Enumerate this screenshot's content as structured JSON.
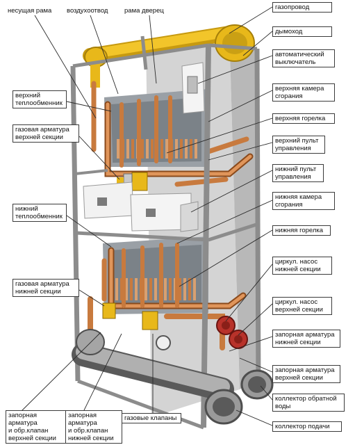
{
  "diagram": {
    "labels": {
      "load_frame": "несущая рама",
      "air_vent": "воздухоотвод",
      "door_frame": "рама дверец",
      "gas_pipe": "газопровод",
      "flue": "дымоход",
      "breaker": "автоматический\nвыключатель",
      "upper_hx": "верхний\nтеплообменник",
      "upper_chamber": "верхняя камера\nсгорания",
      "upper_gas_valve": "газовая арматура\nверхней секции",
      "upper_burner": "верхняя горелка",
      "upper_panel": "верхний пульт\nуправления",
      "lower_panel": "нижний пульт\nуправления",
      "lower_chamber": "нижняя камера\nсгорания",
      "lower_hx": "нижний\nтеплообменник",
      "lower_burner": "нижняя горелка",
      "lower_pump": "циркул. насос\nнижней секции",
      "lower_gas_valve": "газовая арматура\nнижней секции",
      "upper_pump": "циркул. насос\nверхней секции",
      "lower_shutoff": "запорная арматура\nнижней секции",
      "upper_shutoff": "запорная арматура\nверхней секции",
      "return_manifold": "коллектор обратной\nводы",
      "supply_manifold": "коллектор подачи",
      "shutoff_check_upper": "запорная арматура\nи обр.клапан\nверхней секции",
      "shutoff_check_lower": "запорная арматура\nи обр.клапан\nнижней секции",
      "gas_valves": "газовые клапаны"
    },
    "colors": {
      "frame": "#8c8c8c",
      "copper": "#c87a3e",
      "gas_yellow": "#e8b81a",
      "leader": "#2a2a2a"
    }
  }
}
